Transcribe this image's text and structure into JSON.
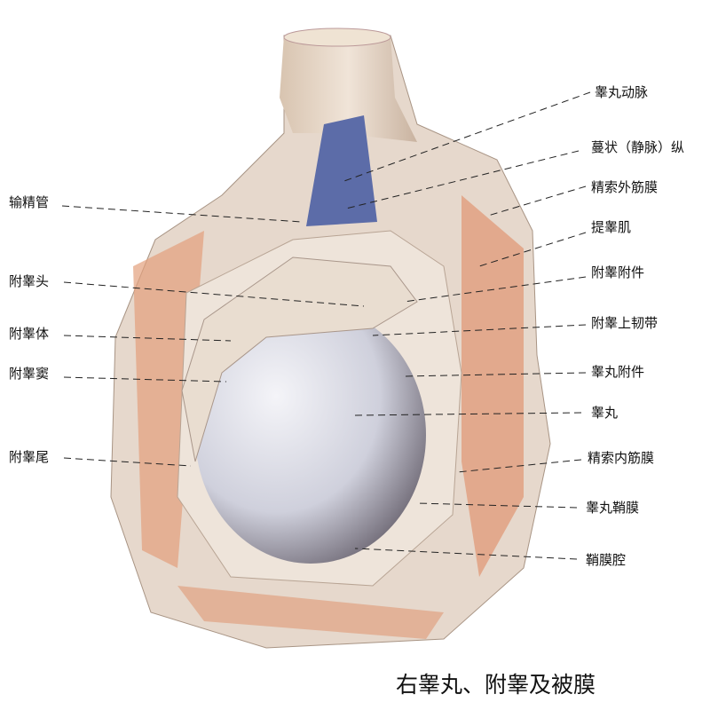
{
  "title": "右睾丸、附睾及被膜",
  "labels_right": [
    "睾丸动脉",
    "蔓状（静脉）纵",
    "精索外筋膜",
    "提睾肌",
    "附睾附件",
    "附睾上韧带",
    "睾丸附件",
    "睾丸",
    "精索内筋膜",
    "睾丸鞘膜",
    "鞘膜腔"
  ],
  "labels_left": [
    "输精管",
    "附睾头",
    "附睾体",
    "附睾窦",
    "附睾尾"
  ],
  "colors": {
    "tissue": "#e8dccf",
    "muscle": "#e0906a",
    "testis": "#dcdde6",
    "vein": "#5a6aa8"
  }
}
